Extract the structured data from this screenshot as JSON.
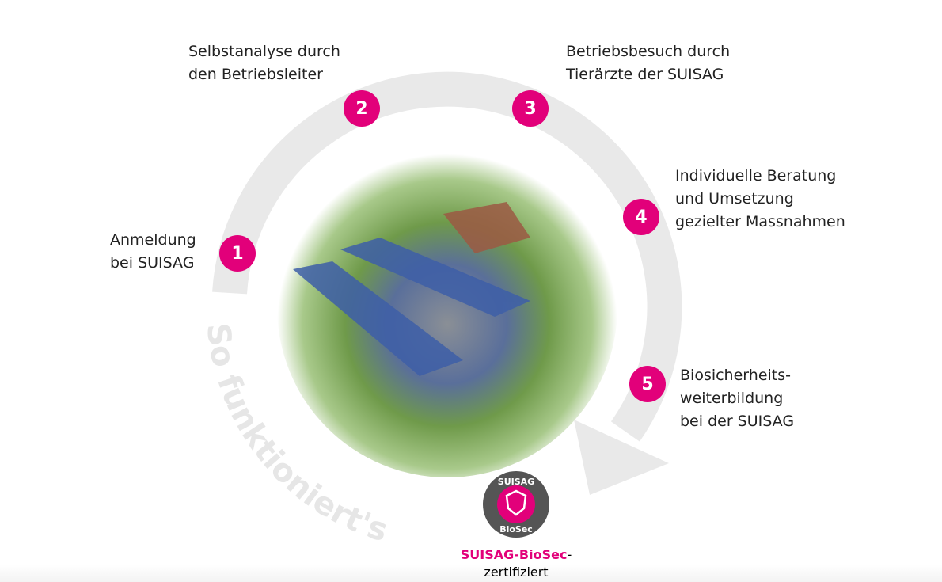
{
  "title_arc": "So funktioniert's",
  "steps": [
    {
      "number": "1",
      "label": "Anmeldung\nbei SUISAG"
    },
    {
      "number": "2",
      "label": "Selbstanalyse durch\nden Betriebsleiter"
    },
    {
      "number": "3",
      "label": "Betriebsbesuch durch\nTierärzte der SUISAG"
    },
    {
      "number": "4",
      "label": "Individuelle Beratung\nund Umsetzung\ngezielter Massnahmen"
    },
    {
      "number": "5",
      "label": "Biosicherheits-\nweiterbildung\nbei der SUISAG"
    }
  ],
  "badge": {
    "top": "SUISAG",
    "bottom": "BioSec"
  },
  "certificate": {
    "brand": "SUISAG-BioSec",
    "suffix": "-",
    "line2": "zertifiziert"
  },
  "colors": {
    "accent": "#e2007a",
    "arc": "#e9e9e9",
    "badge": "#555555"
  }
}
